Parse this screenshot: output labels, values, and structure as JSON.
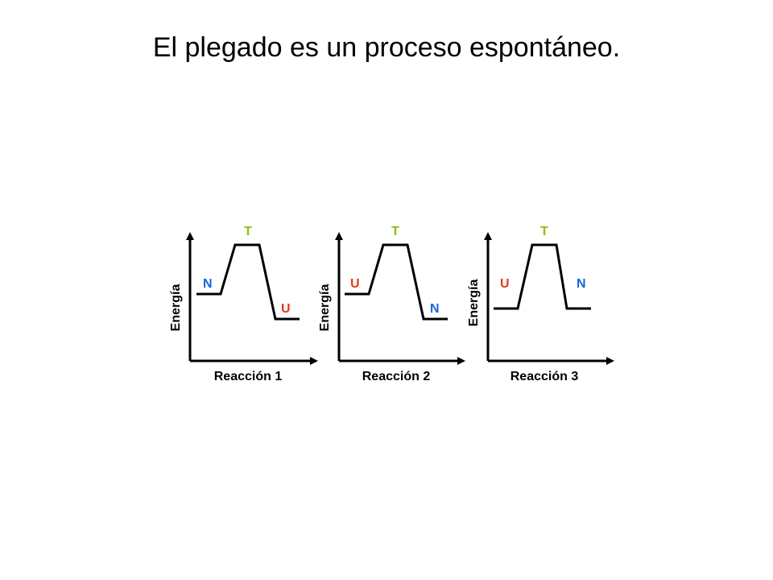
{
  "title": "El plegado es un proceso espontáneo.",
  "colors": {
    "native": "#1565e0",
    "unfolded": "#e53a13",
    "transition": "#8cc000",
    "line": "#000000"
  },
  "diagram": {
    "ylabel": "Energía",
    "state_labels": {
      "native": "N",
      "unfolded": "U",
      "transition": "T"
    },
    "panels": [
      {
        "xlabel": "Reacción 1",
        "left_state": "N",
        "right_state": "U",
        "left_level": "medium",
        "right_level": "low"
      },
      {
        "xlabel": "Reacción 2",
        "left_state": "U",
        "right_state": "N",
        "left_level": "medium",
        "right_level": "low"
      },
      {
        "xlabel": "Reacción 3",
        "left_state": "U",
        "right_state": "N",
        "left_level": "equal",
        "right_level": "equal"
      }
    ]
  }
}
